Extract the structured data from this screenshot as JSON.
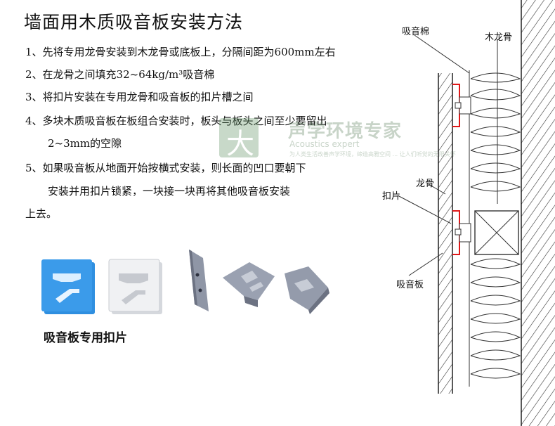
{
  "title": "墙面用木质吸音板安装方法",
  "steps": [
    "1、先将专用龙骨安装到木龙骨或底板上，分隔间距为600mm左右",
    "2、在龙骨之间填充32~64kg/m³吸音棉",
    "3、将扣片安装在专用龙骨和吸音板的扣片槽之间",
    "4、多块木质吸音板在板组合安装时，板头与板头之间至少要留出",
    "2~3mm的空隙",
    "5、如果吸音板从地面开始按横式安装，则长面的凹口要朝下",
    "安装并用扣片锁紧，一块接一块再将其他吸音板安装",
    "上去。"
  ],
  "caption": "吸音板专用扣片",
  "diagram_labels": {
    "absorbing_cotton": "吸音棉",
    "wood_keel": "木龙骨",
    "keel": "龙骨",
    "clip": "扣片",
    "panel": "吸音板"
  },
  "watermark": {
    "logo_char": "大",
    "title": "声学环境专家",
    "english": "Acoustics expert",
    "slogan": "为人类生活改善声学环境，缔造高雅空间 ... 让人们听觉的无限关怀"
  },
  "colors": {
    "clip_blue": "#2f8fe0",
    "clip_white": "#f0f1f3",
    "clip_steel": "#8f96a6",
    "accent_red": "#e01818",
    "watermark_green": "#5a8d5f"
  }
}
